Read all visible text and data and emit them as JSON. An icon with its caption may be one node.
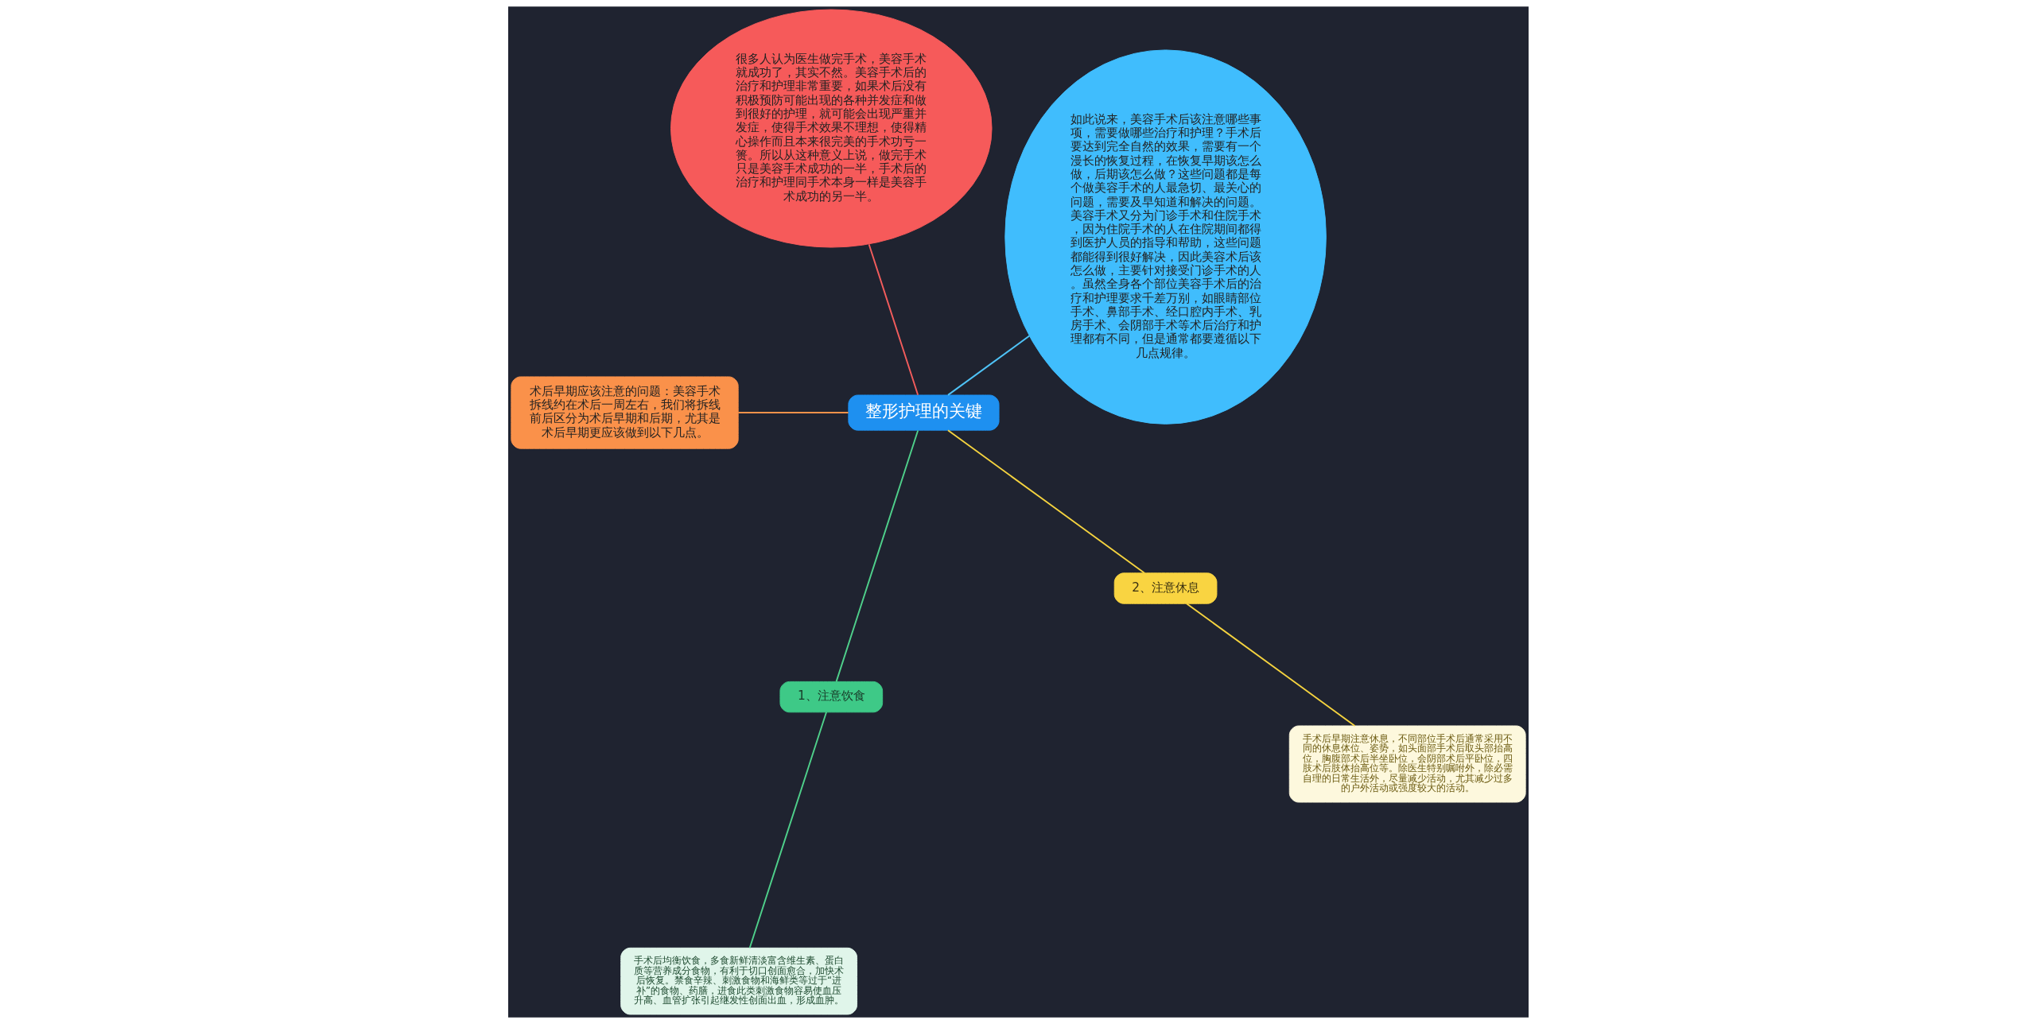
{
  "diagram": {
    "nodes": [
      {
        "text": [
          "整形护理的关键"
        ]
      },
      {
        "text": [
          "如此说来，美容手术后该注意哪些事项，需要做哪些治疗和护理？手术后要达到完全自然的效果，需要有一个漫长的恢复过程，在恢复早期该怎么做，后期该怎么做？这些问题都是每个做美容手术的人最急切、最关心的问题，需要及早知道和解决的问题。美容手术又分为门诊手术和住院手术，因为住院手术的人在住院期间都得到医护人员的指导和帮助，这些问题都能得到很好解决，因此美容术后该怎么做，主要针对接受门诊手术的人。虽然全身各个部位美容手术后的治疗和护理要求千差万别，如眼睛部位手术、鼻部手术、经口腔内手术、乳房手术、会阴部手术等术后治疗和护理都有不同，但是通常都要遵循以下几点规律。"
        ]
      },
      {
        "text": [
          "很多人认为医生做完手术，美容手术就成功了，其实不然。美容手术后的治疗和护理非常重要，如果术后没有积极预防可能出现的各种并发症和做到很好的护理，就可能会出现严重并发症，使得手术效果不理想，使得精心操作而且本来很完美的手术功亏一篑。所以从这种意义上说，做完手术只是美容手术成功的一半，手术后的治疗和护理同手术本身一样是美容手术成功的另一半。"
        ]
      },
      {
        "text": [
          "术后早期应该注意的问题：美容手术拆线约在术后一周左右，我们将拆线前后区分为术后早期和后期，尤其是术后早期更应该做到以下几点。"
        ]
      },
      {
        "text": [
          "1、注意饮食"
        ]
      },
      {
        "text": [
          "手术后均衡饮食，多食新鲜清淡富含维生素、蛋白质等营养成分食物，有利于切口创面愈合，加快术后恢复。禁食辛辣、刺激食物和海鲜类等过于“进补”的食物、药膳，进食此类刺激食物容易使血压升高、血管扩张引起继发性创面出血，形成血肿。"
        ]
      },
      {
        "text": [
          "2、注意休息"
        ]
      },
      {
        "text": [
          "手术后早期注意休息，不同部位手术后通常采用不同的休息体位、姿势，如头面部手术后取头部抬高位，胸腹部术后半坐卧位，会阴部术后平卧位，四肢术后肢体抬高位等。除医生特别嘱咐外，除必需自理的日常生活外，尽量减少活动，尤其减少过多的户外活动或强度较大的活动。"
        ]
      }
    ],
    "edges": [
      {
        "from": 0,
        "to": 1,
        "arrow": "none",
        "color": "#4fc3f7"
      },
      {
        "from": 0,
        "to": 2,
        "arrow": "none",
        "color": "#f25c5c"
      },
      {
        "from": 0,
        "to": 3,
        "arrow": "none",
        "color": "#f7924a"
      },
      {
        "from": 0,
        "to": 4,
        "arrow": "none",
        "color": "#4fd08b"
      },
      {
        "from": 4,
        "to": 5,
        "arrow": "none",
        "color": "#4fd08b"
      },
      {
        "from": 0,
        "to": 6,
        "arrow": "none",
        "color": "#f5d33f"
      },
      {
        "from": 6,
        "to": 7,
        "arrow": "none",
        "color": "#f5d33f"
      }
    ]
  }
}
